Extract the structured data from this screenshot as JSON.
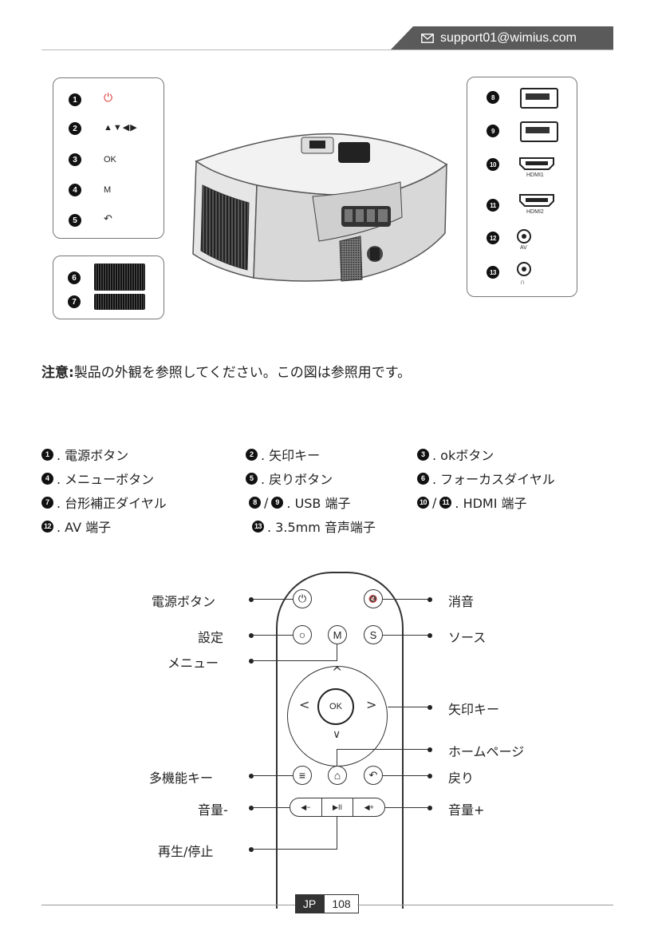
{
  "header": {
    "email": "support01@wimius.com"
  },
  "panel_top": {
    "items": [
      {
        "num": "1",
        "label": "⏻"
      },
      {
        "num": "2",
        "label": "▲▼◀▶"
      },
      {
        "num": "3",
        "label": "OK"
      },
      {
        "num": "4",
        "label": "M"
      },
      {
        "num": "5",
        "label": "↶"
      }
    ]
  },
  "panel_dials": {
    "items": [
      {
        "num": "6"
      },
      {
        "num": "7"
      }
    ]
  },
  "panel_ports": {
    "items": [
      {
        "num": "8",
        "port": "USB"
      },
      {
        "num": "9",
        "port": "USB"
      },
      {
        "num": "10",
        "port": "HDMI",
        "label": "HDMI1"
      },
      {
        "num": "11",
        "port": "HDMI",
        "label": "HDMI2"
      },
      {
        "num": "12",
        "port": "jack",
        "label": "AV"
      },
      {
        "num": "13",
        "port": "jack",
        "label": "∩"
      }
    ]
  },
  "note": {
    "prefix": "注意:",
    "text": "製品の外観を参照してください。この図は参照用です。"
  },
  "legend": [
    {
      "num": "1",
      "text": ". 電源ボタン"
    },
    {
      "num": "2",
      "text": ". 矢印キー"
    },
    {
      "num": "3",
      "text": ". okボタン"
    },
    {
      "num": "4",
      "text": ". メニューボタン"
    },
    {
      "num": "5",
      "text": ". 戻りボタン"
    },
    {
      "num": "6",
      "text": ". フォーカスダイヤル"
    },
    {
      "num": "7",
      "text": ". 台形補正ダイヤル"
    },
    {
      "num": "8",
      "sep": "/",
      "num2": "9",
      "text": ". USB 端子"
    },
    {
      "num": "10",
      "sep": "/",
      "num2": "11",
      "text": ". HDMI 端子"
    },
    {
      "num": "12",
      "text": ".  AV 端子"
    },
    {
      "num": "13",
      "text": ".  3.5mm 音声端子"
    }
  ],
  "remote": {
    "buttons": {
      "power": "⏻",
      "mute": "🔇",
      "settings": "○",
      "menu": "M",
      "source": "S",
      "ok": "OK",
      "up": "^",
      "down": "∨",
      "left": "<",
      "right": ">",
      "multi": "≡",
      "home": "⌂",
      "back": "↶",
      "vol_down": "◀−",
      "play_pause": "▶II",
      "vol_up": "◀+"
    },
    "labels_left": {
      "power": "電源ボタン",
      "settings": "設定",
      "menu": "メニュー",
      "multi": "多機能キー",
      "vol_down": "音量-",
      "play_pause": "再生/停止"
    },
    "labels_right": {
      "mute": "消音",
      "source": "ソース",
      "arrows": "矢印キー",
      "home": "ホームページ",
      "back": "戻り",
      "vol_up": "音量+"
    }
  },
  "footer": {
    "lang": "JP",
    "page": "108"
  }
}
